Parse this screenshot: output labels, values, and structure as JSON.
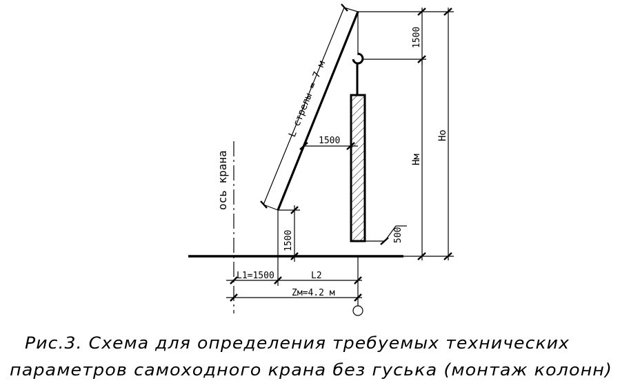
{
  "labels": {
    "boom_length": "L стрелы = 7 м",
    "hook_offset": "1500",
    "boom_clearance": "1500",
    "pivot_height": "1500",
    "foot_offset": "500",
    "hm": "Нм",
    "ho": "Но",
    "axis": "ось крана",
    "l1": "L1=1500",
    "l2": "L2",
    "zm": "Zм=4.2 м"
  },
  "caption": {
    "line1": "Рис.3.  Схема для определения требуемых технических",
    "line2": "параметров самоходного крана без гуська (монтаж колонн)"
  }
}
